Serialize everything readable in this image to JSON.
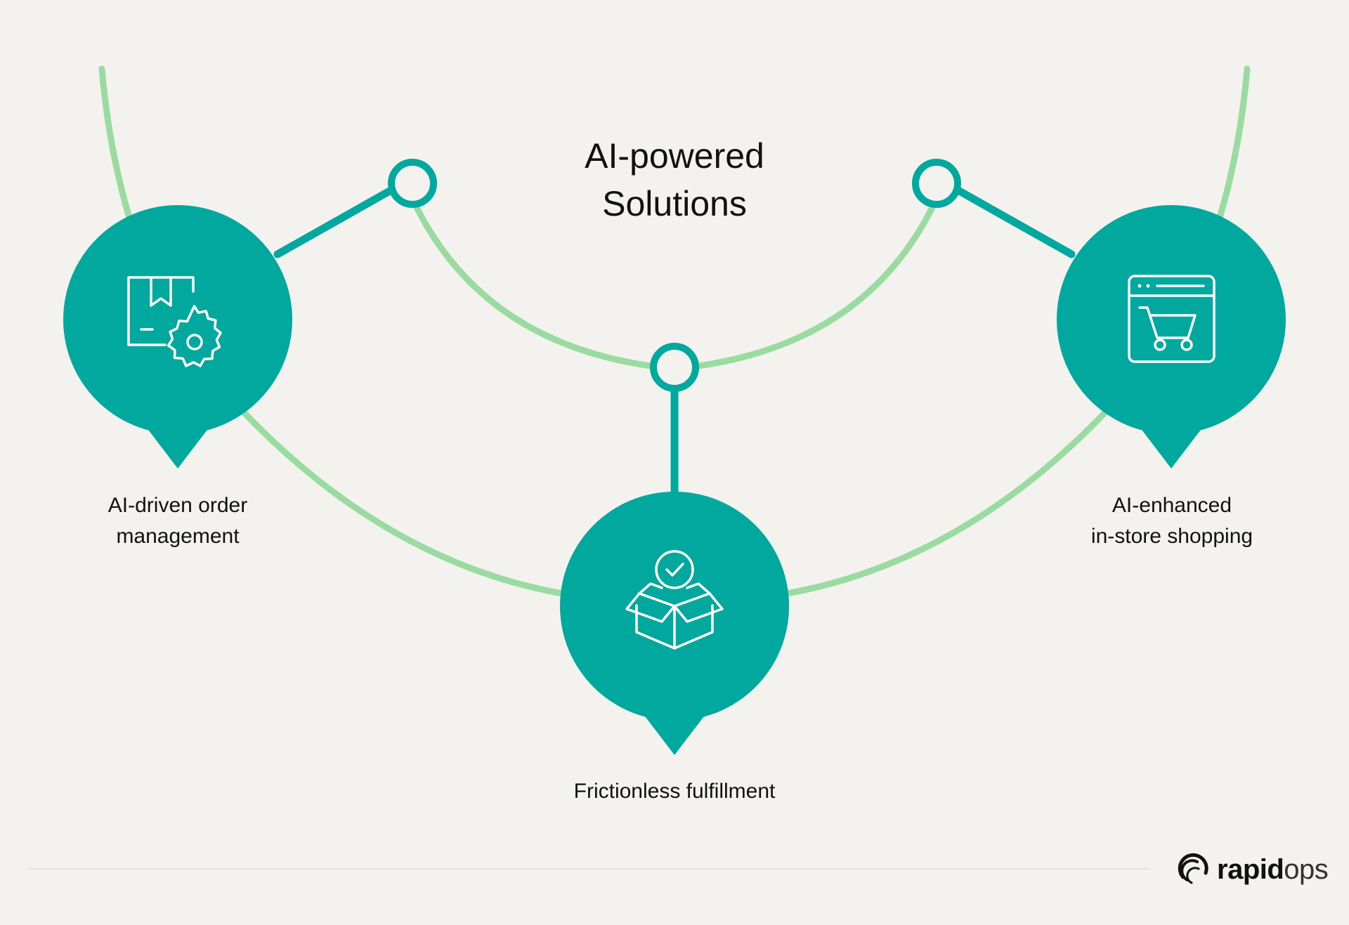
{
  "diagram": {
    "title_line1": "AI-powered",
    "title_line2": "Solutions",
    "nodes": [
      {
        "label_line1": "AI-driven order",
        "label_line2": "management",
        "icon": "package-gear-icon"
      },
      {
        "label_line1": "Frictionless fulfillment",
        "label_line2": "",
        "icon": "open-box-check-icon"
      },
      {
        "label_line1": "AI-enhanced",
        "label_line2": "in-store shopping",
        "icon": "browser-cart-icon"
      }
    ]
  },
  "brand": {
    "name_bold": "rapid",
    "name_light": "ops",
    "icon": "rapidops-logo-icon"
  },
  "colors": {
    "background": "#f3f2ee",
    "teal": "#01a89e",
    "light_green": "#99dba0",
    "text": "#111111",
    "divider": "#e4e3dd"
  }
}
